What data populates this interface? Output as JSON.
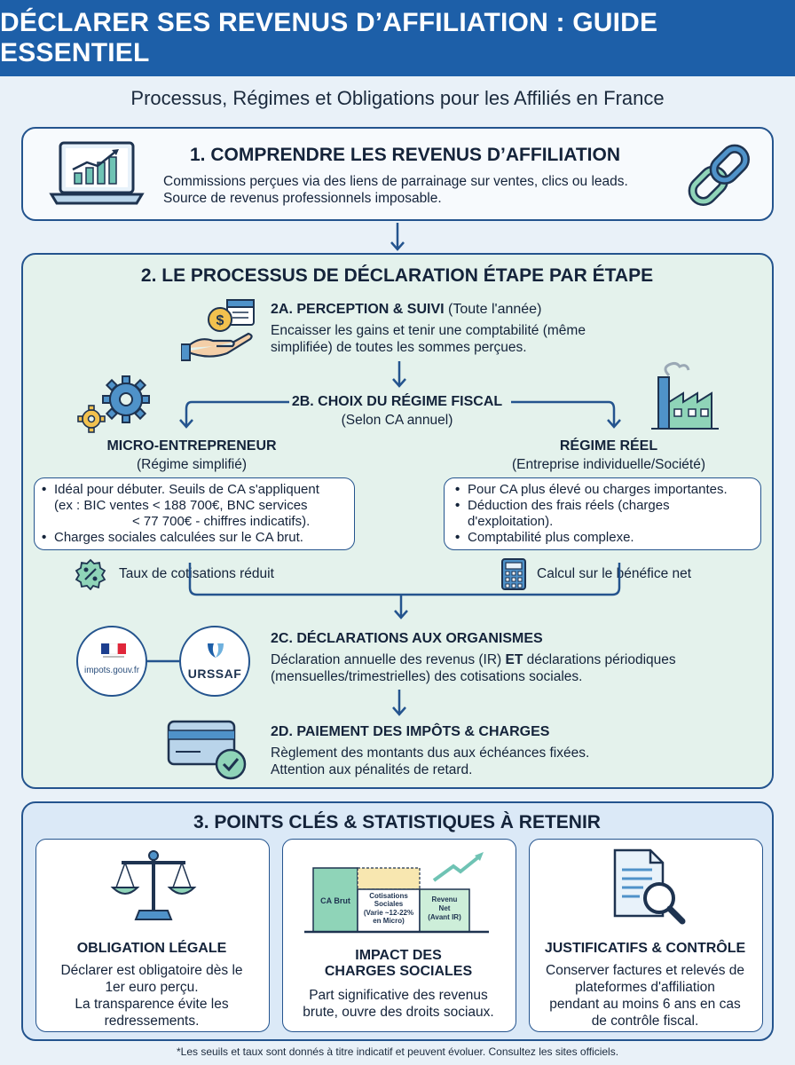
{
  "header": {
    "title": "DÉCLARER SES REVENUS D’AFFILIATION : GUIDE ESSENTIEL"
  },
  "subtitle": "Processus, Régimes et Obligations pour les Affiliés en France",
  "section1": {
    "title": "1. COMPRENDRE LES REVENUS D’AFFILIATION",
    "line1": "Commissions perçues via des liens de parrainage sur ventes, clics ou leads.",
    "line2": "Source de revenus professionnels imposable."
  },
  "section2": {
    "title": "2. LE PROCESSUS DE DÉCLARATION ÉTAPE PAR ÉTAPE",
    "step_a": {
      "title": "2A. PERCEPTION & SUIVI",
      "title_suffix": "(Toute l'année)",
      "line1": "Encaisser les gains et tenir une comptabilité (même",
      "line2": "simplifiée) de toutes les sommes perçues."
    },
    "step_b": {
      "title": "2B. CHOIX DU RÉGIME FISCAL",
      "subtitle": "(Selon CA annuel)"
    },
    "micro": {
      "title": "MICRO-ENTREPRENEUR",
      "subtitle": "(Régime simplifié)",
      "b1_line1": "Idéal pour débuter. Seuils de CA s'appliquent",
      "b1_line2": "(ex : BIC ventes < 188 700€, BNC services",
      "b1_line3": "< 77 700€ - chiffres indicatifs).",
      "b2": "Charges sociales calculées sur le CA brut.",
      "footer": "Taux de cotisations réduit"
    },
    "reel": {
      "title": "RÉGIME RÉEL",
      "subtitle": "(Entreprise individuelle/Société)",
      "b1": "Pour CA plus élevé ou charges importantes.",
      "b2_line1": "Déduction des frais réels (charges",
      "b2_line2": "d'exploitation).",
      "b3": "Comptabilité plus complexe.",
      "footer": "Calcul sur le bénéfice net"
    },
    "step_c": {
      "title": "2C. DÉCLARATIONS AUX ORGANISMES",
      "line1_pre": "Déclaration annuelle des revenus (IR)",
      "line1_bold": "ET",
      "line1_post": "déclarations périodiques",
      "line2": "(mensuelles/trimestrielles) des cotisations sociales.",
      "logo_impots": "impots.gouv.fr",
      "logo_urssaf": "URSSAF"
    },
    "step_d": {
      "title": "2D. PAIEMENT DES IMPÔTS & CHARGES",
      "line1": "Règlement des montants dus aux échéances fixées.",
      "line2": "Attention aux pénalités de retard."
    }
  },
  "section3": {
    "title": "3. POINTS CLÉS & STATISTIQUES À RETENIR",
    "card1": {
      "title": "OBLIGATION LÉGALE",
      "lines": [
        "Déclarer est obligatoire dès le",
        "1er euro perçu.",
        "La transparence évite les",
        "redressements."
      ]
    },
    "card2": {
      "title_line1": "IMPACT DES",
      "title_line2": "CHARGES SOCIALES",
      "lines": [
        "Part significative des revenus",
        "brute, ouvre des droits sociaux."
      ],
      "diagram": {
        "gross": "CA Brut",
        "contrib_l1": "Cotisations",
        "contrib_l2": "Sociales",
        "contrib_l3": "(Varie ~12-22%",
        "contrib_l4": "en Micro)",
        "net_l1": "Revenu",
        "net_l2": "Net",
        "net_l3": "(Avant IR)"
      }
    },
    "card3": {
      "title": "JUSTIFICATIFS & CONTRÔLE",
      "lines": [
        "Conserver factures et relevés de",
        "plateformes d'affiliation",
        "pendant au moins 6 ans en cas",
        "de contrôle fiscal."
      ]
    }
  },
  "footnote": "*Les seuils et taux sont donnés à titre indicatif et peuvent évoluer. Consultez les sites officiels.",
  "colors": {
    "header": "#1d5fa8",
    "section2_bg": "#e4f2ec",
    "section3_bg": "#dbe9f7",
    "border": "#24548e"
  }
}
